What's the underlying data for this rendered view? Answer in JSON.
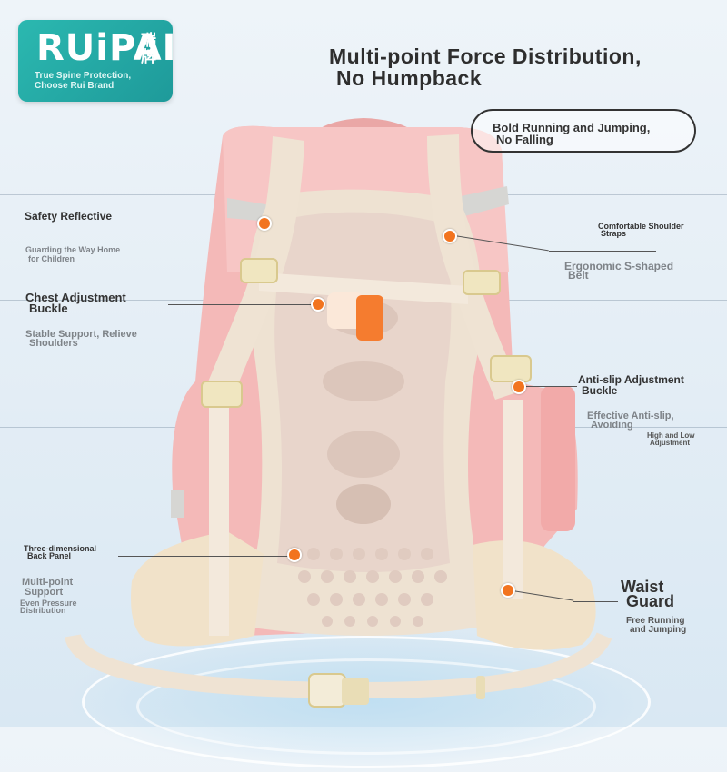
{
  "logo": {
    "brand": "RUiPAI",
    "brand_cn": "瑞牌",
    "tagline_1": "True Spine Protection,",
    "tagline_2": "Choose Rui Brand"
  },
  "headline": {
    "line_1": "Multi-point Force Distribution,",
    "line_2": "No Humpback"
  },
  "pill": {
    "line_1": "Bold Running and Jumping,",
    "line_2": "No Falling"
  },
  "callouts": {
    "safety": {
      "title": "Safety Reflective",
      "sub_1": "Guarding the Way Home",
      "sub_2": "for Children"
    },
    "chest": {
      "title_1": "Chest Adjustment",
      "title_2": "Buckle",
      "sub_1": "Stable Support, Relieve",
      "sub_2": "Shoulders"
    },
    "back_panel": {
      "title_1": "Three-dimensional",
      "title_2": "Back Panel",
      "sub_1": "Multi-point",
      "sub_2": "Support",
      "sub_3": "Even Pressure",
      "sub_4": "Distribution"
    },
    "shoulder": {
      "title_1": "Comfortable Shoulder",
      "title_2": "Straps",
      "sub_1": "Ergonomic S-shaped",
      "sub_2": "Belt"
    },
    "antislip": {
      "title_1": "Anti-slip Adjustment",
      "title_2": "Buckle",
      "sub_1": "Effective Anti-slip,",
      "sub_2": "Avoiding",
      "sub_3": "High and Low",
      "sub_4": "Adjustment"
    },
    "waist": {
      "title_1": "Waist",
      "title_2": "Guard",
      "sub_1": "Free Running",
      "sub_2": "and Jumping"
    }
  },
  "colors": {
    "logo_bg": "#2bb8b0",
    "accent_dot": "#f2741f",
    "bag_pink": "#f4b9b8",
    "strap_cream": "#efe3d3"
  }
}
